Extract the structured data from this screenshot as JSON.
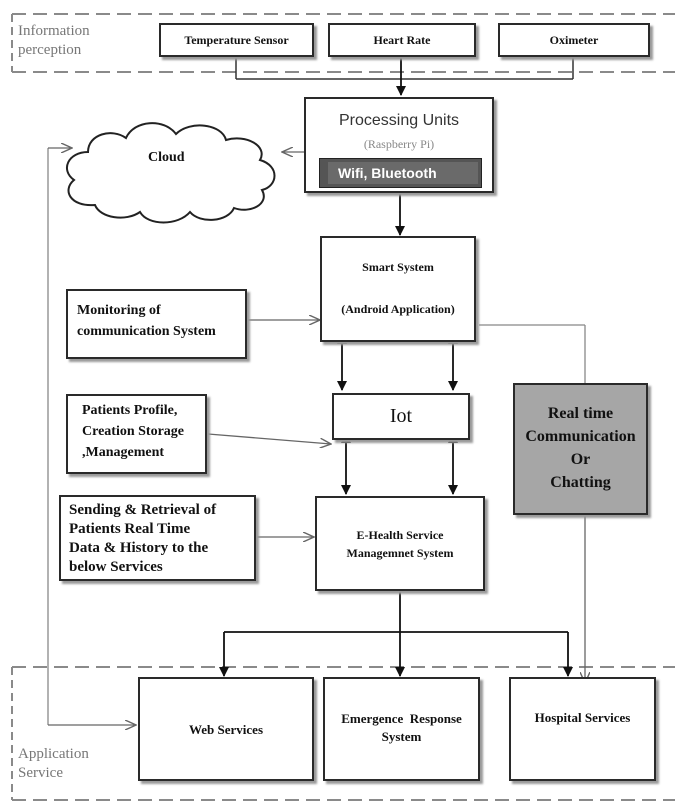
{
  "zones": {
    "top_line1": "Information",
    "top_line2": "perception",
    "bottom_line1": "Application",
    "bottom_line2": "Service"
  },
  "nodes": {
    "temperature": "Temperature Sensor",
    "heart_rate": "Heart Rate",
    "oximeter": "Oximeter",
    "processing_title": "Processing Units",
    "processing_sub": "(Raspberry Pi)",
    "wifi": "Wifi, Bluetooth",
    "cloud": "Cloud",
    "smart_line1": "Smart System",
    "smart_line2": "(Android Application)",
    "monitoring_line1": "Monitoring of",
    "monitoring_line2": "communication System",
    "iot": "Iot",
    "patients_line1": "Patients Profile,",
    "patients_line2": "Creation Storage",
    "patients_line3": ",Management",
    "realtime_line1": "Real time",
    "realtime_line2": "Communication",
    "realtime_line3": "Or",
    "realtime_line4": "Chatting",
    "sending_line1": "Sending & Retrieval of",
    "sending_line2": "Patients Real Time",
    "sending_line3": "Data & History to the",
    "sending_line4": "below Services",
    "ehealth_line1": "E-Health Service",
    "ehealth_line2": "Managemnet System",
    "web": "Web Services",
    "emergency_line1": "Emergence  Response",
    "emergency_line2": "System",
    "hospital": "Hospital Services"
  },
  "colors": {
    "border": "#2a2a2a",
    "dashed_zone": "#8a8a8a",
    "realtime_fill": "#a6a6a6",
    "wifi_bar": "#555555"
  }
}
